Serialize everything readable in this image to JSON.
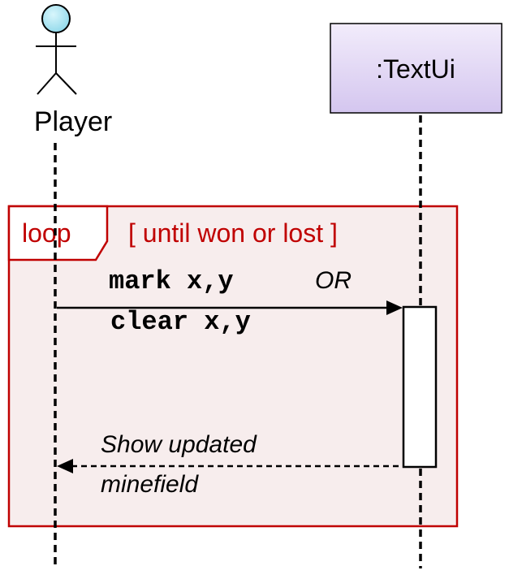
{
  "actors": {
    "player": {
      "label": "Player"
    },
    "textui": {
      "label": ":TextUi"
    }
  },
  "loop": {
    "keyword": "loop",
    "guard": "[ until won or lost ]"
  },
  "messages": {
    "request": {
      "line1_cmd": "mark x,y",
      "line1_or": "OR",
      "line2_cmd": "clear x,y"
    },
    "response": {
      "line1": "Show updated",
      "line2": "minefield"
    }
  },
  "colors": {
    "loop_border": "#c00000",
    "loop_fill": "#f7eded",
    "loop_text": "#c00000",
    "actor_head": "#a8e4f0",
    "textui_box_top": "#f2ecfb",
    "textui_box_bottom": "#d4c6ef"
  }
}
